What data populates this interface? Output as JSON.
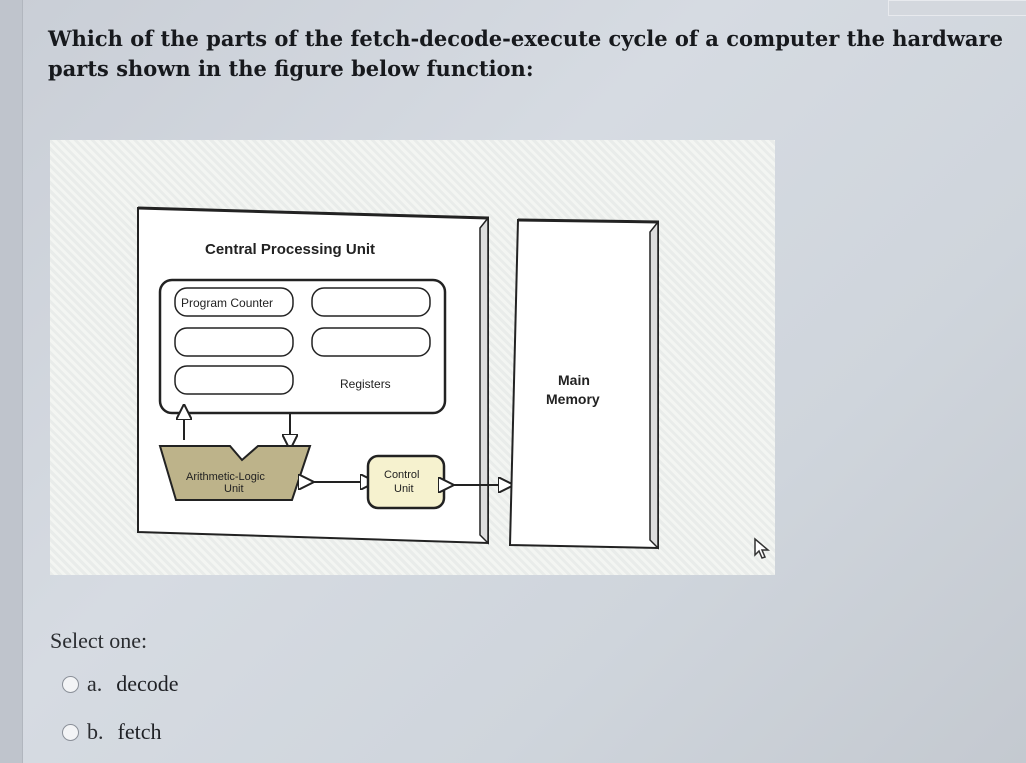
{
  "question": {
    "text": "Which of the parts of the fetch-decode-execute cycle of a computer the hardware parts shown in the figure below function:"
  },
  "figure": {
    "cpu_label": "Central Processing Unit",
    "program_counter": "Program Counter",
    "registers": "Registers",
    "alu_line1": "Arithmetic-Logic",
    "alu_line2": "Unit",
    "control_line1": "Control",
    "control_line2": "Unit",
    "memory_line1": "Main",
    "memory_line2": "Memory"
  },
  "answers": {
    "select_label": "Select one:",
    "options": [
      {
        "letter": "a.",
        "text": "decode"
      },
      {
        "letter": "b.",
        "text": "fetch"
      }
    ]
  },
  "icons": {
    "cursor": "mouse-pointer-icon",
    "radio": "radio-unselected-icon"
  }
}
